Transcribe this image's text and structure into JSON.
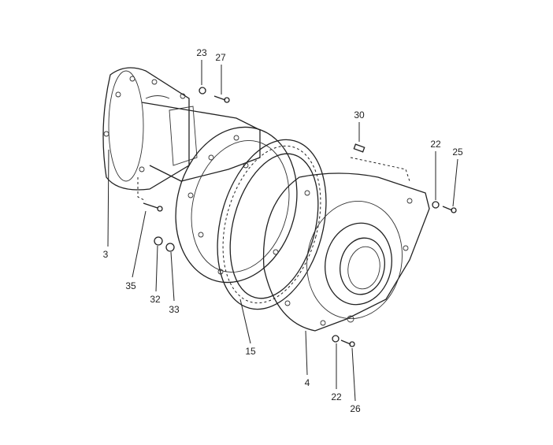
{
  "diagram": {
    "type": "exploded-parts-drawing",
    "callouts": [
      {
        "id": "c23",
        "label": "23"
      },
      {
        "id": "c27",
        "label": "27"
      },
      {
        "id": "c30",
        "label": "30"
      },
      {
        "id": "c22a",
        "label": "22"
      },
      {
        "id": "c25",
        "label": "25"
      },
      {
        "id": "c3",
        "label": "3"
      },
      {
        "id": "c35",
        "label": "35"
      },
      {
        "id": "c32",
        "label": "32"
      },
      {
        "id": "c33",
        "label": "33"
      },
      {
        "id": "c15",
        "label": "15"
      },
      {
        "id": "c4",
        "label": "4"
      },
      {
        "id": "c22b",
        "label": "22"
      },
      {
        "id": "c26",
        "label": "26"
      }
    ]
  }
}
